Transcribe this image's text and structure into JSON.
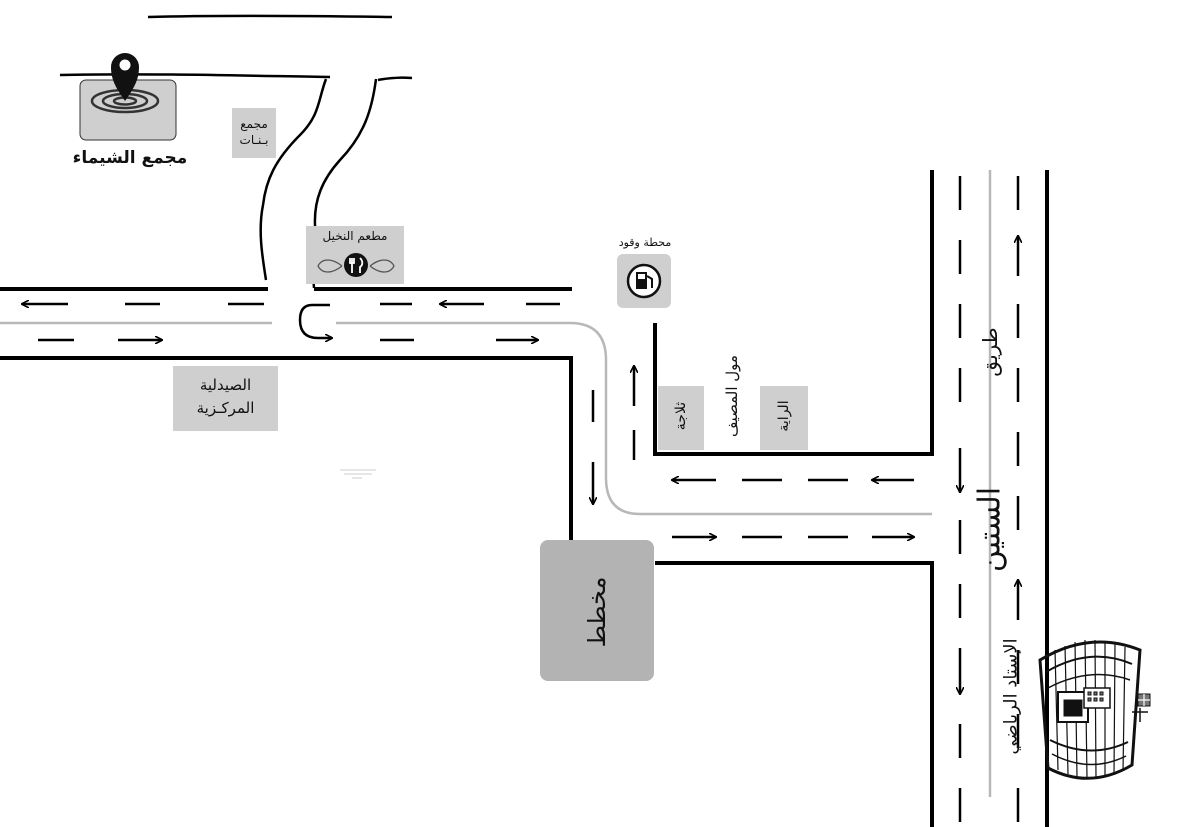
{
  "map": {
    "labels": {
      "shaimaa_complex": "مجمع الشيماء",
      "girls_complex_l1": "مجمع",
      "girls_complex_l2": "بـنـات",
      "nakheel_restaurant": "مطعم النخيل",
      "fuel_station": "محطة وقود",
      "pharmacy_l1": "الصيدلية",
      "pharmacy_l2": "المركـزية",
      "musaif_mall": "مول المصيف",
      "thallaja": "ثلاجة",
      "raya": "الراية",
      "plan": "مخطط",
      "street_left_part": "الستين",
      "street_right_part": "طريق",
      "stadium_name": "الإستاد الرياضي"
    },
    "colors": {
      "road_edge": "#000000",
      "label_box": "#cfcfcf",
      "plan_box": "#b3b3b3",
      "median_line": "#b8b8b8"
    },
    "icons": [
      "location-pin-icon",
      "fork-knife-icon",
      "fuel-pump-icon",
      "stadium-icon"
    ]
  }
}
